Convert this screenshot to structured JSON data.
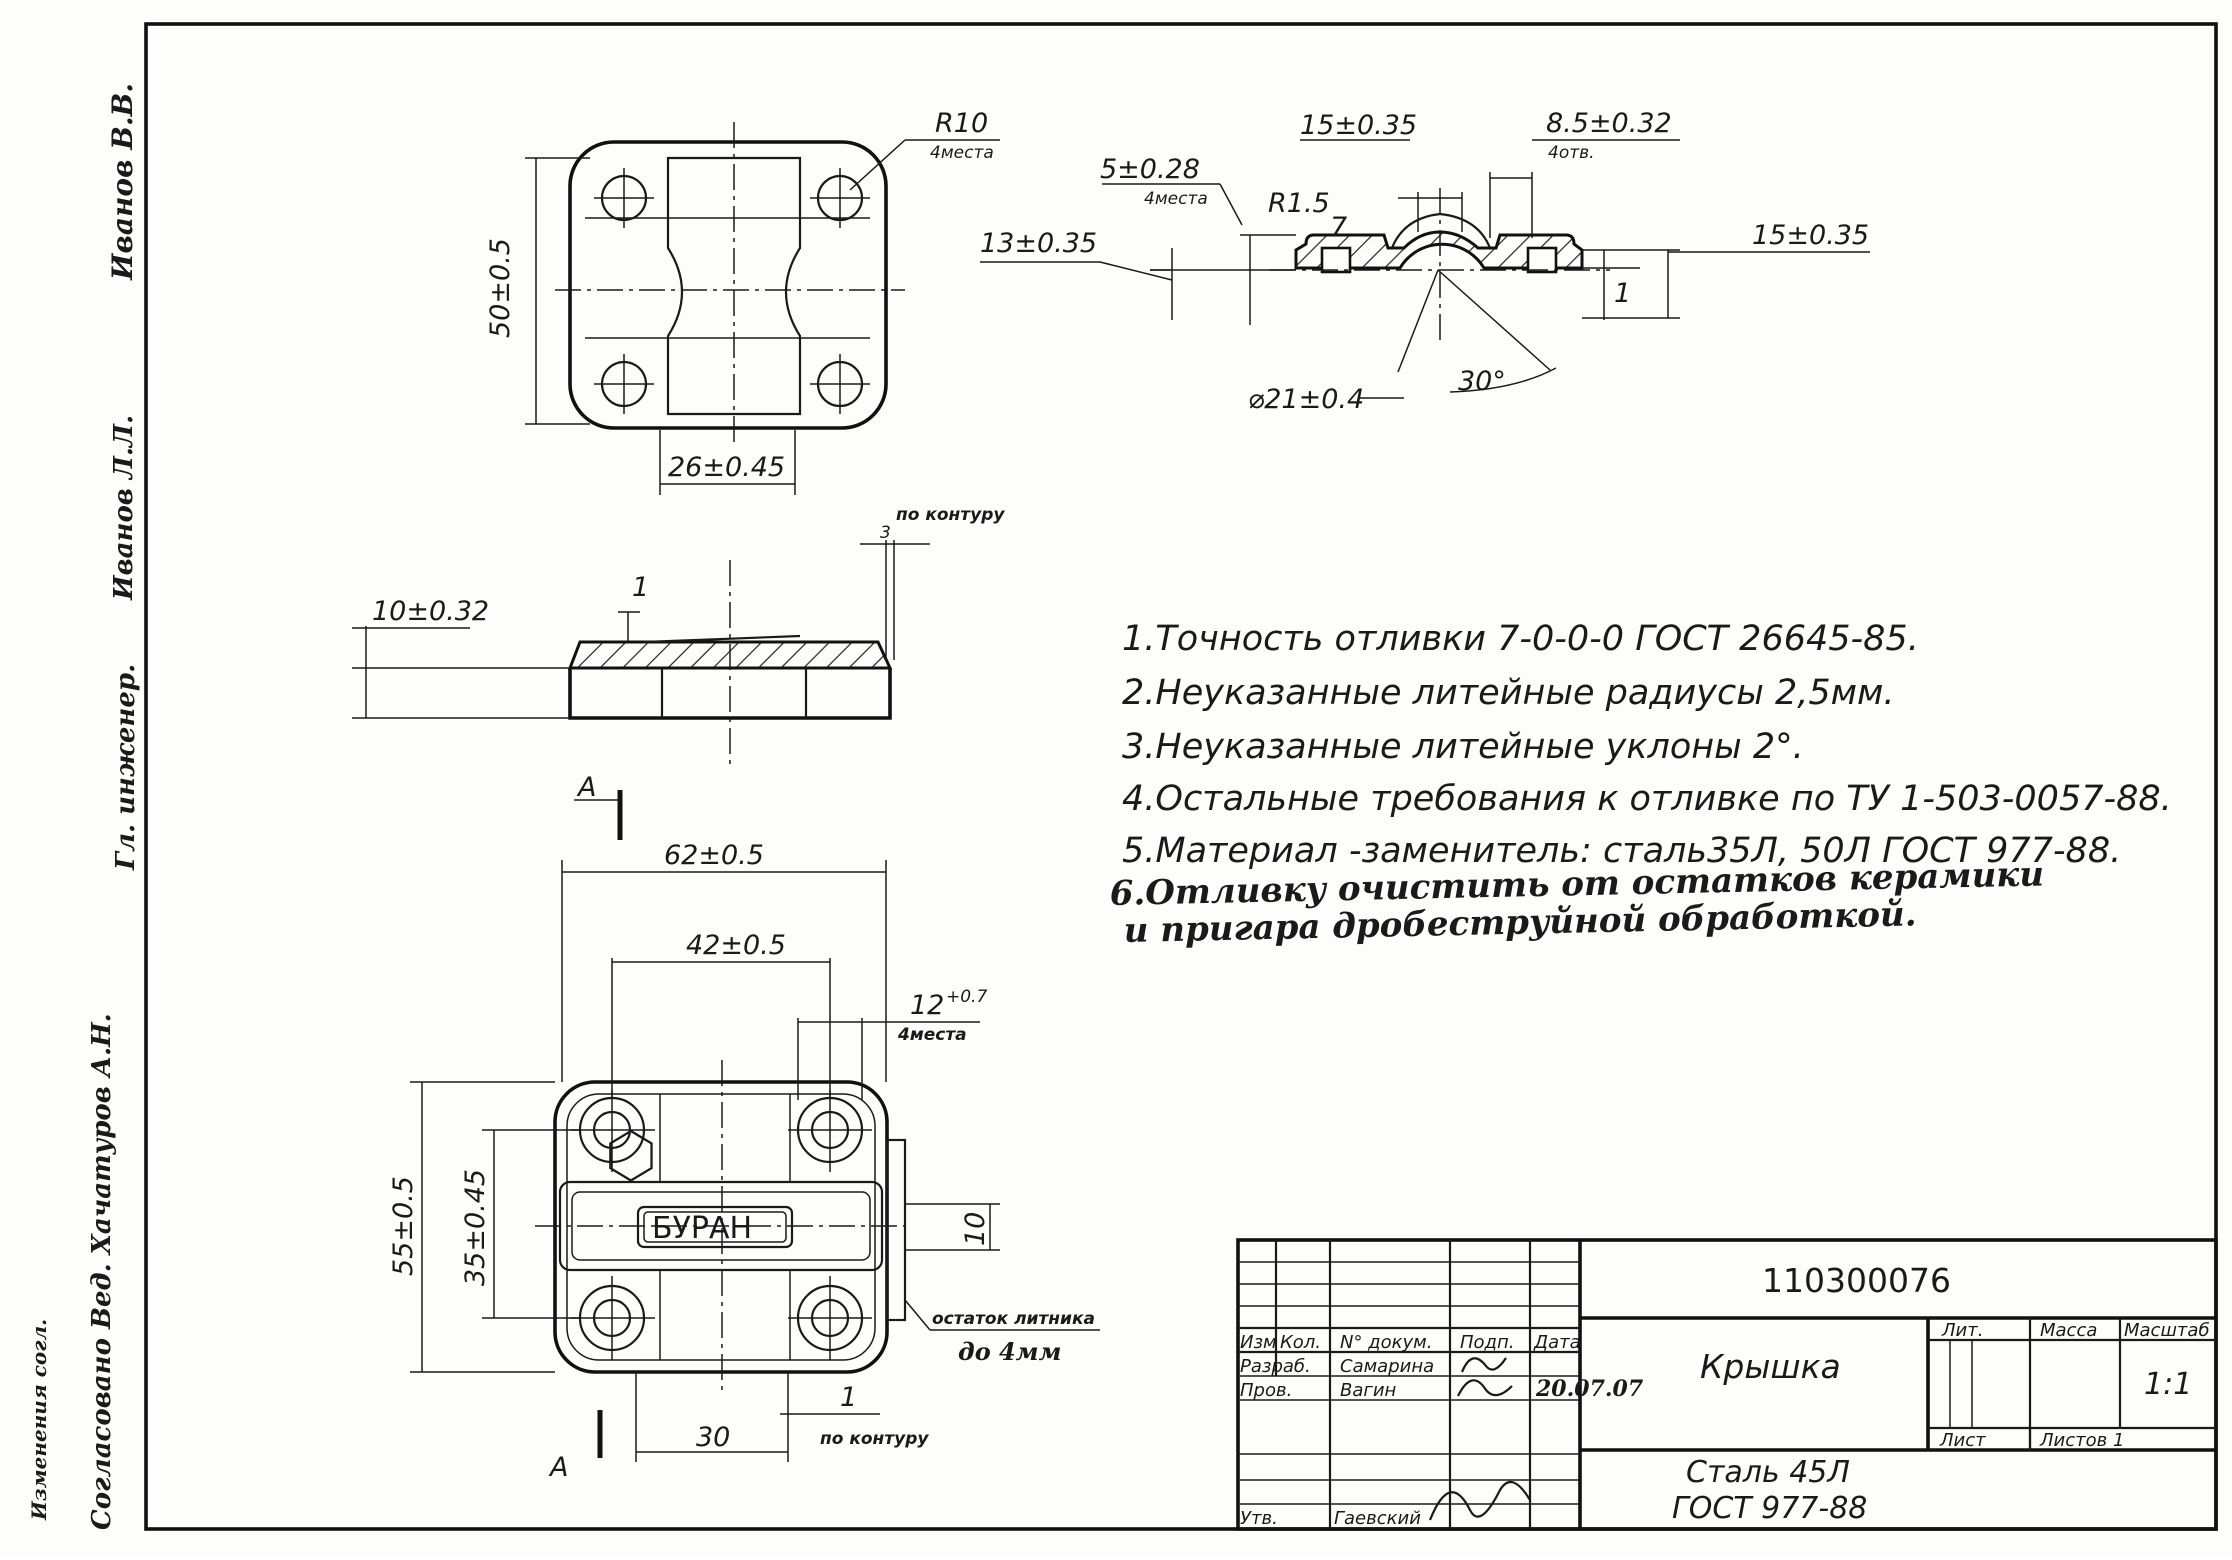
{
  "drawing": {
    "dims_top_view": {
      "r10": "R10",
      "r10_note": "4места",
      "height": "50±0.5",
      "width": "26±0.45"
    },
    "dims_section_top": {
      "d15": "15±0.35",
      "d8_5": "8.5±0.32",
      "d8_5_note": "4отв.",
      "d5": "5±0.28",
      "d5_note": "4места",
      "r1_5": "R1.5",
      "seven": "7",
      "d13": "13±0.35",
      "d15_right": "15±0.35",
      "one": "1",
      "phi21": "⌀21±0.4",
      "angle30": "30°"
    },
    "dims_side_view": {
      "d10": "10±0.32",
      "one": "1",
      "three": "3",
      "contour_note": "по контуру"
    },
    "dims_bottom_view": {
      "section_label": "А",
      "d62": "62±0.5",
      "d42": "42±0.5",
      "d12": "12",
      "d12_tol": "+0.7",
      "d12_note": "4места",
      "d55": "55±0.5",
      "d35": "35±0.45",
      "d10": "10",
      "mark": "БУРАН",
      "d30": "30",
      "one": "1",
      "contour_note": "по контуру",
      "gate_note_1": "остаток литника",
      "gate_note_2": "до 4мм"
    },
    "notes": [
      "1.Точность отливки 7-0-0-0 ГОСТ 26645-85.",
      "2.Неуказанные литейные радиусы 2,5мм.",
      "3.Неуказанные литейные уклоны 2°.",
      "4.Остальные требования к отливке по ТУ 1-503-0057-88.",
      "5.Материал -заменитель: сталь35Л, 50Л ГОСТ 977-88."
    ],
    "handwritten_note": [
      "6.Отливку очистить от остатков керамики",
      "и пригара дробеструйной обработкой."
    ],
    "side_margin": {
      "signature_1": "Иванов Л.Л.",
      "role_1": "Гл. инженер.",
      "signature_2": "Иванов В.В.",
      "approval_1": "Согласовано Вед. Хачатуров А.Н.",
      "approval_2": "Изменения согл."
    },
    "title_block": {
      "number": "110300076",
      "name": "Крышка",
      "material_1": "Сталь 45Л",
      "material_2": "ГОСТ 977-88",
      "h_izm": "Изм",
      "h_kol": "Кол.",
      "h_doc": "N° докум.",
      "h_sign": "Подп.",
      "h_date": "Дата",
      "r_razrab": "Разраб.",
      "r_prov": "Пров.",
      "r_utv": "Утв.",
      "n_razrab": "Самарина",
      "n_prov": "Вагин",
      "n_utv": "Гаевский",
      "date": "20.07.07",
      "lit": "Лит.",
      "massa": "Масса",
      "masshtab": "Масштаб",
      "scale": "1:1",
      "list": "Лист",
      "listov": "Листов 1"
    }
  }
}
